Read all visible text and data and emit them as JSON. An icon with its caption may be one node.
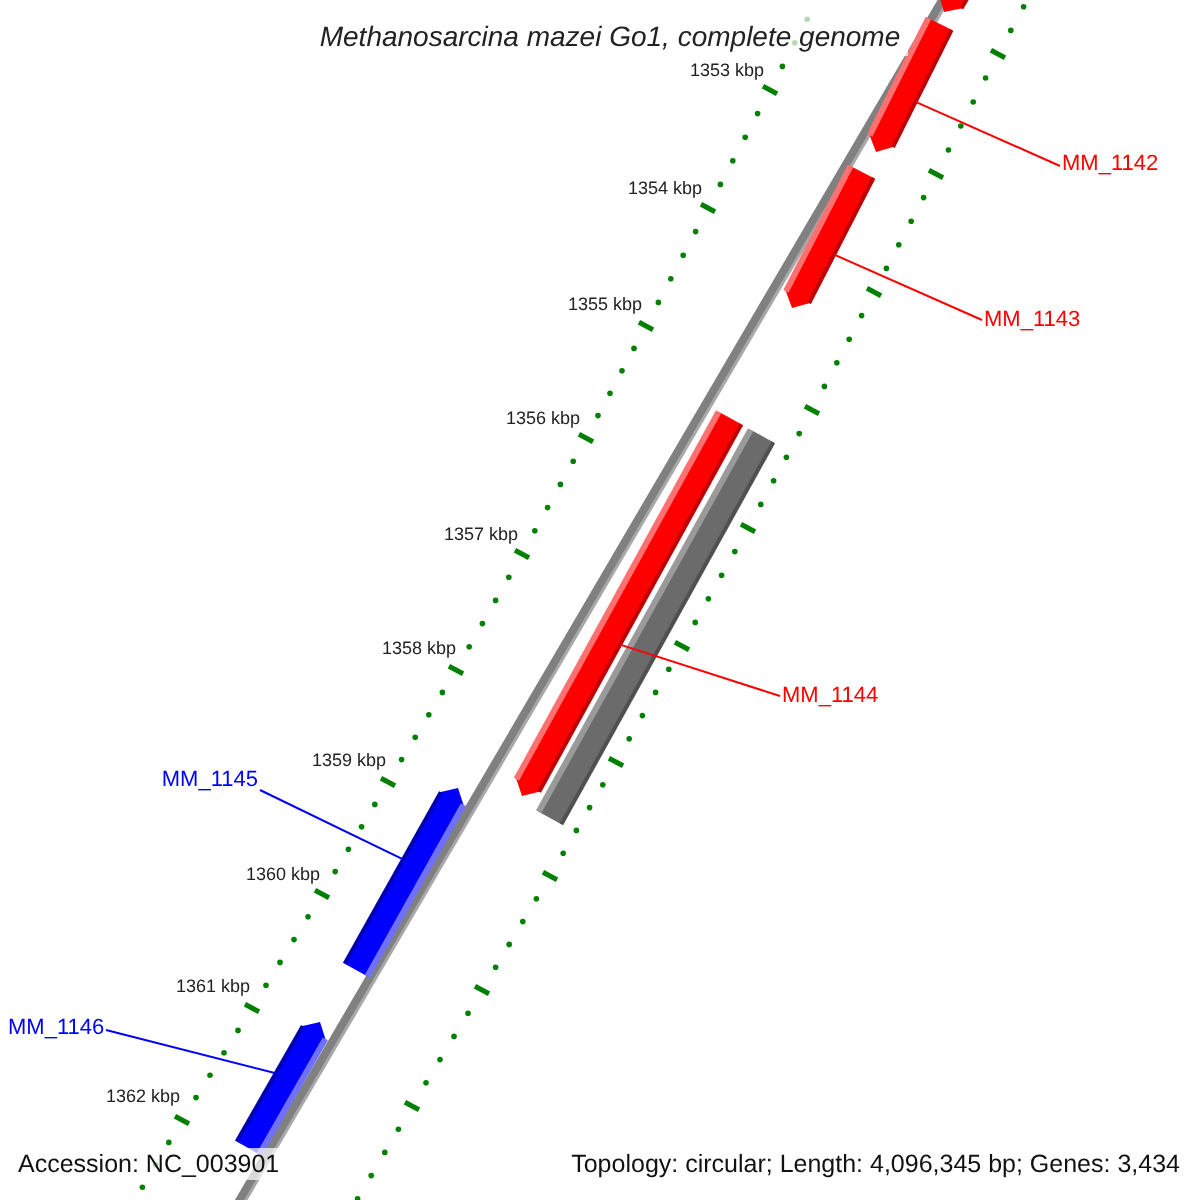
{
  "diagram": {
    "title": "Methanosarcina mazei Go1, complete genome",
    "nodes": [
      {
        "text": [],
        "shape": "bar"
      },
      {
        "text": [],
        "shape": "bar"
      },
      {
        "text": [
          "MM_1142"
        ]
      },
      {
        "text": [],
        "shape": "bar"
      },
      {
        "text": [
          "MM_1143"
        ]
      },
      {
        "text": [],
        "shape": "bar"
      },
      {
        "text": [],
        "shape": "bar"
      },
      {
        "text": [
          "MM_1144"
        ]
      },
      {
        "text": [
          "MM_1145"
        ]
      },
      {
        "text": [],
        "shape": "bar"
      },
      {
        "text": [
          "MM_1146"
        ]
      },
      {
        "text": [],
        "shape": "bar"
      }
    ],
    "edges": [
      {
        "from": 2,
        "to": 1,
        "arrow": "none"
      },
      {
        "from": 4,
        "to": 3,
        "arrow": "none"
      },
      {
        "from": 7,
        "to": 5,
        "arrow": "none"
      },
      {
        "from": 8,
        "to": 9,
        "arrow": "none",
        "color": "#0000ff"
      },
      {
        "from": 10,
        "to": 11,
        "arrow": "none",
        "color": "#0000ff"
      }
    ],
    "labels": [
      "1353 kbp",
      "1354 kbp",
      "1355 kbp",
      "1356 kbp",
      "1357 kbp",
      "1358 kbp",
      "1359 kbp",
      "1360 kbp",
      "1361 kbp",
      "1362 kbp",
      "Accession: NC_003901",
      "Topology: circular; Length: 4,096,345 bp; Genes: 3,434"
    ]
  }
}
